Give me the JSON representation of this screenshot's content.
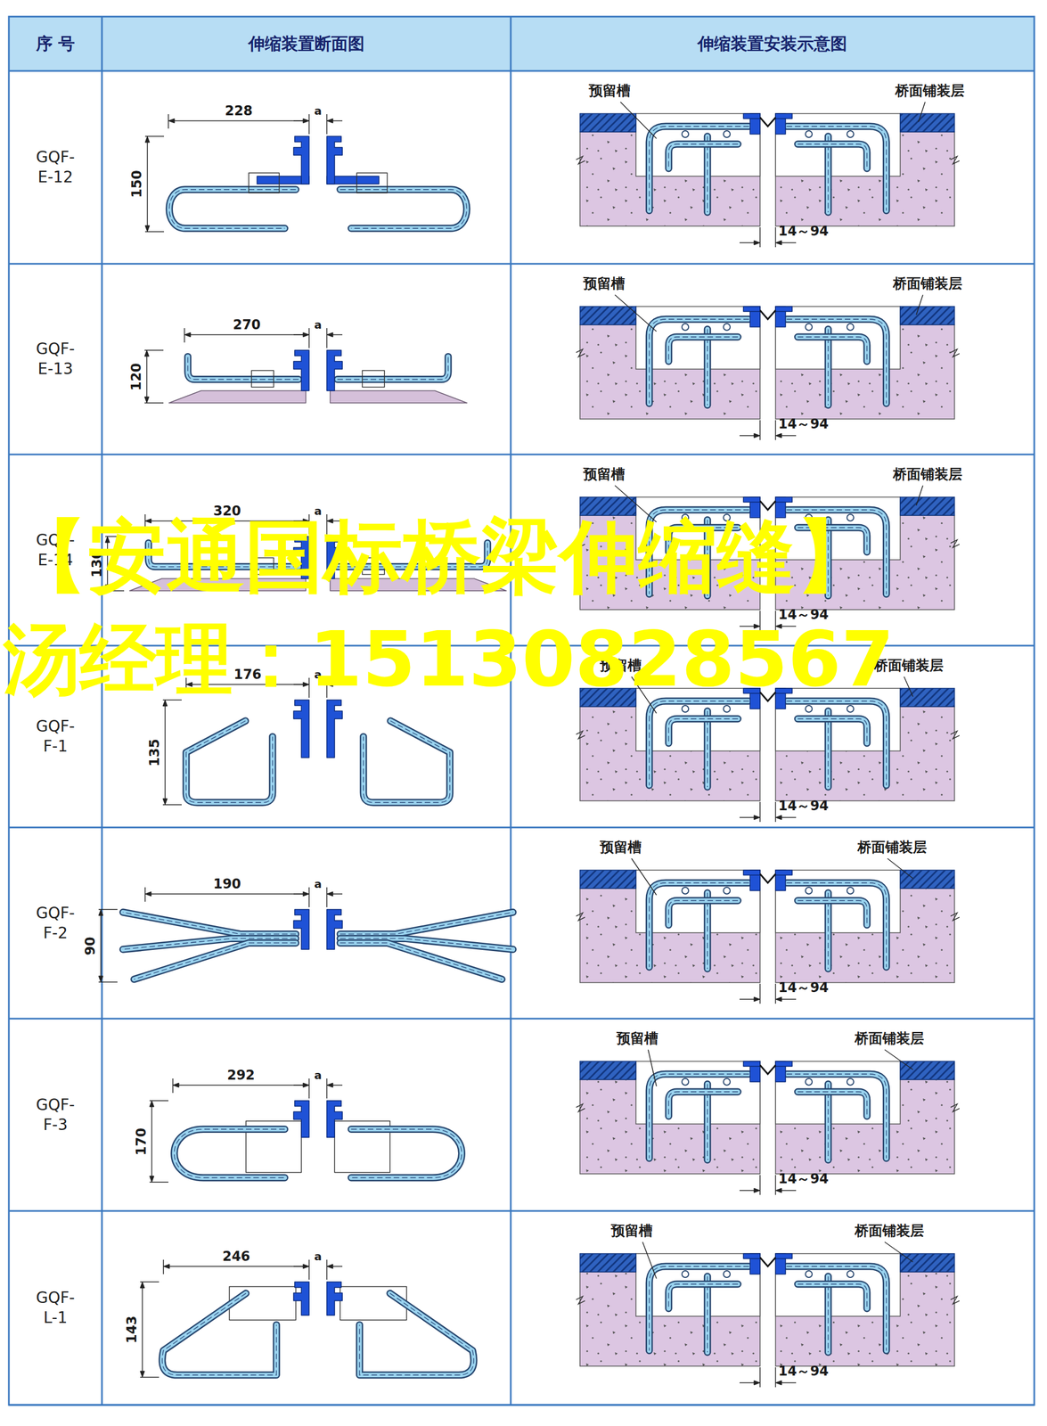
{
  "diagram": {
    "labels": [
      "序 号",
      "伸缩装置断面图",
      "伸缩装置安装示意图",
      "GQF- E-12",
      "228",
      "a",
      "150",
      "预留槽",
      "桥面铺装层",
      "14～94",
      "GQF- E-13",
      "270",
      "a",
      "120",
      "预留槽",
      "桥面铺装层",
      "14～94",
      "GQF- E-14",
      "320",
      "a",
      "130",
      "预留槽",
      "桥面铺装层",
      "14～94",
      "GQF- F-1",
      "176",
      "a",
      "135",
      "预留槽",
      "桥面铺装层",
      "14～94",
      "GQF- F-2",
      "190",
      "a",
      "90",
      "预留槽",
      "桥面铺装层",
      "14～94",
      "GQF- F-3",
      "292",
      "a",
      "170",
      "预留槽",
      "桥面铺装层",
      "14～94",
      "GQF- L-1",
      "246",
      "a",
      "143",
      "预留槽",
      "桥面铺装层",
      "14～94",
      "【安通国标桥梁伸缩缝】",
      "汤经理：15130828567"
    ]
  }
}
